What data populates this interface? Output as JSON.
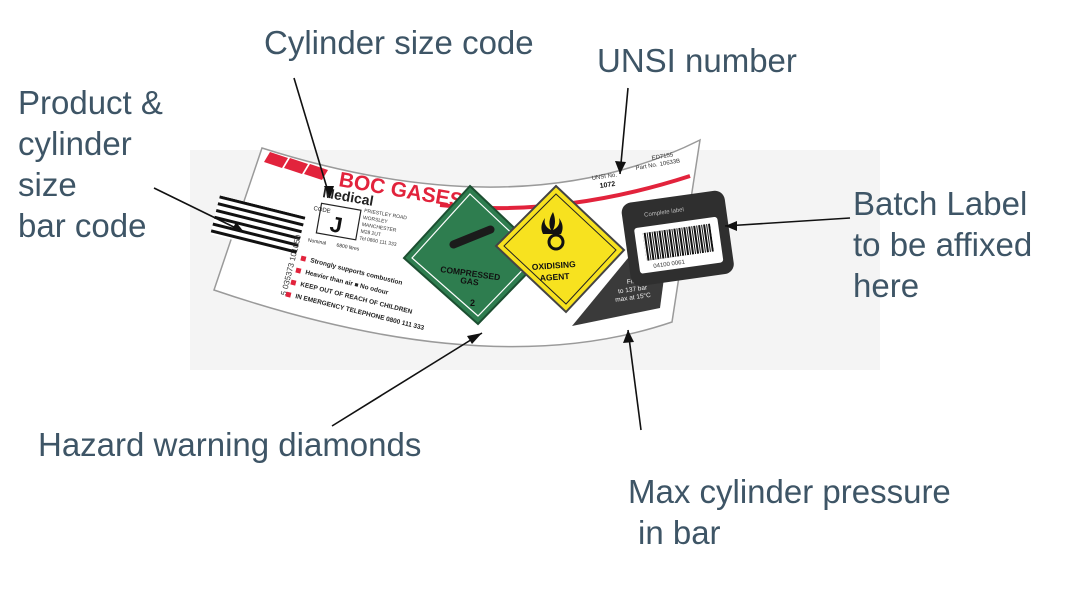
{
  "callouts": {
    "cylinder_size_code": "Cylinder size code",
    "unsi_number": "UNSI number",
    "product_bar_code": "Product &\ncylinder\nsize\nbar code",
    "batch_label": "Batch Label\nto be affixed\nhere",
    "hazard_diamonds": "Hazard warning diamonds",
    "max_pressure_line1": "Max cylinder pressure",
    "max_pressure_line2": "in bar"
  },
  "label": {
    "brand": "BOC GASES",
    "product": "Medical",
    "code_caption": "CODE",
    "code_letter": "J",
    "unsi_caption": "UNSI No.",
    "unsi_value": "1072",
    "part_caption": "Part No.",
    "part_value": "10633B",
    "top_number": "ED7155",
    "nominal": "Nominal",
    "volume": "6800 litres",
    "address": "PRIESTLEY ROAD\nWORSLEY\nMANCHESTER\nM28 2UT\nTel 0800 111 333",
    "warnings": [
      "Strongly supports combustion",
      "Heavier than air  ■ No odour",
      "KEEP OUT OF REACH OF CHILDREN",
      "IN EMERGENCY TELEPHONE 0800 111 333"
    ],
    "barcode_number": "5 035373 101050",
    "diamond_green_line1": "COMPRESSED",
    "diamond_green_line2": "GAS",
    "diamond_green_class": "2",
    "diamond_yellow_line1": "OXIDISING",
    "diamond_yellow_line2": "AGENT",
    "pressure_text": "Filled\nto 137 bar\nmax at 15°C",
    "batch_panel_title": "Complete label",
    "batch_barcode_number": "04100  0061"
  },
  "colors": {
    "callout_text": "#3e5566",
    "brand_red": "#e2233c",
    "hazard_green": "#2e7d4f",
    "hazard_yellow": "#f7e21f",
    "dark_panel": "#3a3a3a"
  }
}
